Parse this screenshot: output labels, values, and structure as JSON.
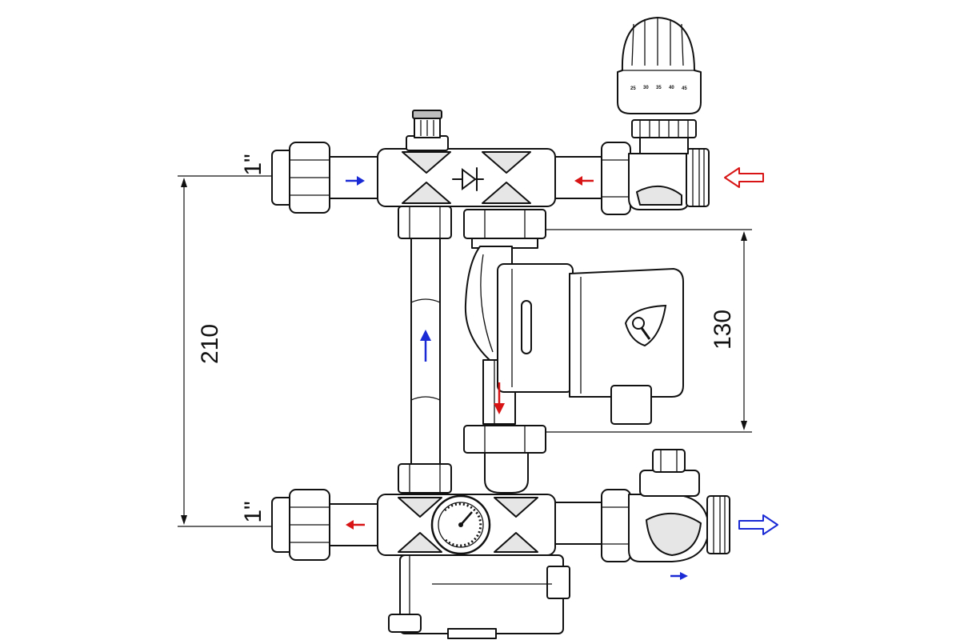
{
  "dimensions": {
    "inlet_top_size": "1\"",
    "inlet_bottom_size": "1\"",
    "height_total": "210",
    "pump_height": "130"
  },
  "thermostat_scale": [
    "25",
    "30",
    "35",
    "40",
    "45"
  ],
  "colors": {
    "supply_arrow": "#d81414",
    "return_arrow": "#1a2bd6",
    "line": "#111111"
  },
  "icons": [
    "check-valve-icon",
    "pump-logo-icon",
    "thermometer-gauge-icon"
  ]
}
